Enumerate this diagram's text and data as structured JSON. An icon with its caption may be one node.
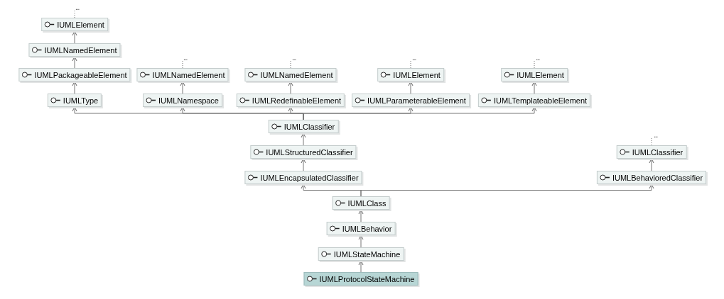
{
  "diagram": {
    "nodes": [
      {
        "text": [
          "..."
        ]
      },
      {
        "text": [
          "IUMLElement"
        ]
      },
      {
        "text": [
          "IUMLNamedElement"
        ]
      },
      {
        "text": [
          "IUMLPackageableElement"
        ]
      },
      {
        "text": [
          "..."
        ]
      },
      {
        "text": [
          "IUMLNamedElement"
        ]
      },
      {
        "text": [
          "..."
        ]
      },
      {
        "text": [
          "IUMLNamedElement"
        ]
      },
      {
        "text": [
          "..."
        ]
      },
      {
        "text": [
          "IUMLElement"
        ]
      },
      {
        "text": [
          "..."
        ]
      },
      {
        "text": [
          "IUMLElement"
        ]
      },
      {
        "text": [
          "IUMLType"
        ]
      },
      {
        "text": [
          "IUMLNamespace"
        ]
      },
      {
        "text": [
          "IUMLRedefinableElement"
        ]
      },
      {
        "text": [
          "IUMLParameterableElement"
        ]
      },
      {
        "text": [
          "IUMLTemplateableElement"
        ]
      },
      {
        "text": [
          "IUMLClassifier"
        ]
      },
      {
        "text": [
          "IUMLStructuredClassifier"
        ]
      },
      {
        "text": [
          "..."
        ]
      },
      {
        "text": [
          "IUMLClassifier"
        ]
      },
      {
        "text": [
          "IUMLEncapsulatedClassifier"
        ]
      },
      {
        "text": [
          "IUMLBehavioredClassifier"
        ]
      },
      {
        "text": [
          "IUMLClass"
        ]
      },
      {
        "text": [
          "IUMLBehavior"
        ]
      },
      {
        "text": [
          "IUMLStateMachine"
        ]
      },
      {
        "text": [
          "IUMLProtocolStateMachine"
        ]
      }
    ],
    "edges": [
      {
        "from": 1,
        "to": 0,
        "arrow": "none",
        "style": "dashed"
      },
      {
        "from": 5,
        "to": 4,
        "arrow": "none",
        "style": "dashed"
      },
      {
        "from": 7,
        "to": 6,
        "arrow": "none",
        "style": "dashed"
      },
      {
        "from": 9,
        "to": 8,
        "arrow": "none",
        "style": "dashed"
      },
      {
        "from": 11,
        "to": 10,
        "arrow": "none",
        "style": "dashed"
      },
      {
        "from": 20,
        "to": 19,
        "arrow": "none",
        "style": "dashed"
      },
      {
        "from": 2,
        "to": 1,
        "arrow": "to"
      },
      {
        "from": 3,
        "to": 2,
        "arrow": "to"
      },
      {
        "from": 12,
        "to": 3,
        "arrow": "to"
      },
      {
        "from": 13,
        "to": 5,
        "arrow": "to"
      },
      {
        "from": 14,
        "to": 7,
        "arrow": "to"
      },
      {
        "from": 15,
        "to": 9,
        "arrow": "to"
      },
      {
        "from": 16,
        "to": 11,
        "arrow": "to"
      },
      {
        "from": 17,
        "to": 12,
        "arrow": "to"
      },
      {
        "from": 17,
        "to": 13,
        "arrow": "to"
      },
      {
        "from": 17,
        "to": 14,
        "arrow": "to"
      },
      {
        "from": 17,
        "to": 15,
        "arrow": "to"
      },
      {
        "from": 17,
        "to": 16,
        "arrow": "to"
      },
      {
        "from": 18,
        "to": 17,
        "arrow": "to"
      },
      {
        "from": 21,
        "to": 18,
        "arrow": "to"
      },
      {
        "from": 22,
        "to": 20,
        "arrow": "to"
      },
      {
        "from": 23,
        "to": 21,
        "arrow": "to"
      },
      {
        "from": 23,
        "to": 22,
        "arrow": "to"
      },
      {
        "from": 24,
        "to": 23,
        "arrow": "to"
      },
      {
        "from": 25,
        "to": 24,
        "arrow": "to"
      },
      {
        "from": 26,
        "to": 25,
        "arrow": "to"
      }
    ]
  }
}
